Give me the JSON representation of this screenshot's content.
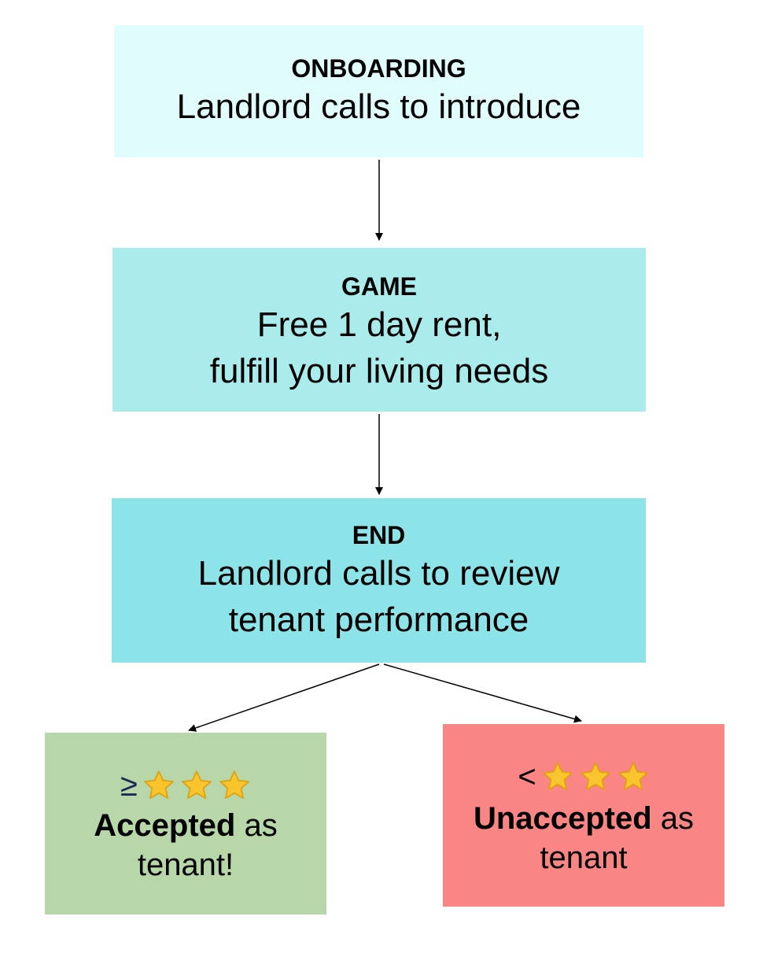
{
  "colors": {
    "onboarding": "#e0fcfc",
    "game": "#aaecec",
    "end": "#8ce4e8",
    "accepted": "#b7d7a8",
    "unaccepted": "#fa8585",
    "star": "#f8c52e",
    "edge": "#000000"
  },
  "nodes": {
    "onboarding": {
      "heading": "ONBOARDING",
      "lines": [
        "Landlord calls to introduce"
      ]
    },
    "game": {
      "heading": "GAME",
      "lines": [
        "Free 1 day rent,",
        "fulfill your living needs"
      ]
    },
    "end": {
      "heading": "END",
      "lines": [
        "Landlord calls to review",
        "tenant performance"
      ]
    },
    "accepted": {
      "symbol": "≥",
      "star_icon": "star-icon",
      "star_count": 3,
      "bold": "Accepted",
      "rest": " as",
      "line2": "tenant!"
    },
    "unaccepted": {
      "symbol": "<",
      "star_icon": "star-icon",
      "star_count": 3,
      "bold": "Unaccepted",
      "rest": " as",
      "line2": "tenant"
    }
  },
  "edges": [
    {
      "from": "onboarding",
      "to": "game"
    },
    {
      "from": "game",
      "to": "end"
    },
    {
      "from": "end",
      "to": "accepted"
    },
    {
      "from": "end",
      "to": "unaccepted"
    }
  ]
}
